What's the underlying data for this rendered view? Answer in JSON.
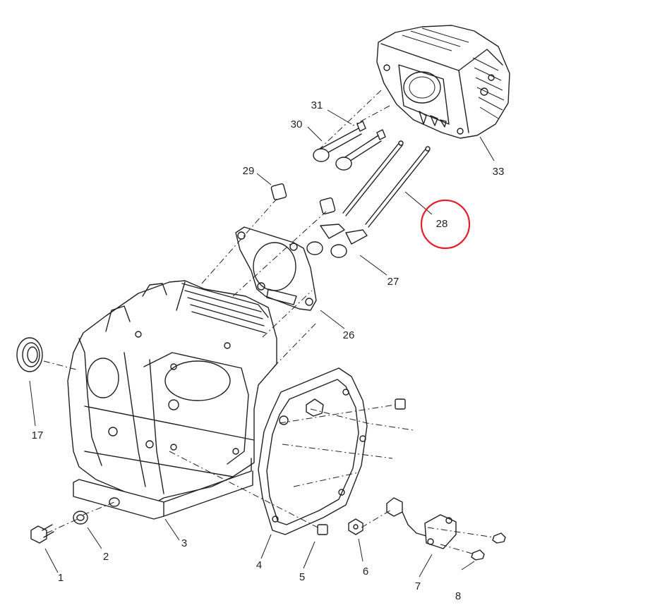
{
  "diagram": {
    "highlight_color": "#e3202a",
    "callouts": {
      "c1": "1",
      "c2": "2",
      "c3": "3",
      "c4": "4",
      "c5": "5",
      "c6": "6",
      "c7": "7",
      "c8": "8",
      "c17": "17",
      "c26": "26",
      "c27": "27",
      "c28": "28",
      "c29": "29",
      "c30": "30",
      "c31": "31",
      "c33": "33"
    },
    "highlighted_callout": "28"
  }
}
